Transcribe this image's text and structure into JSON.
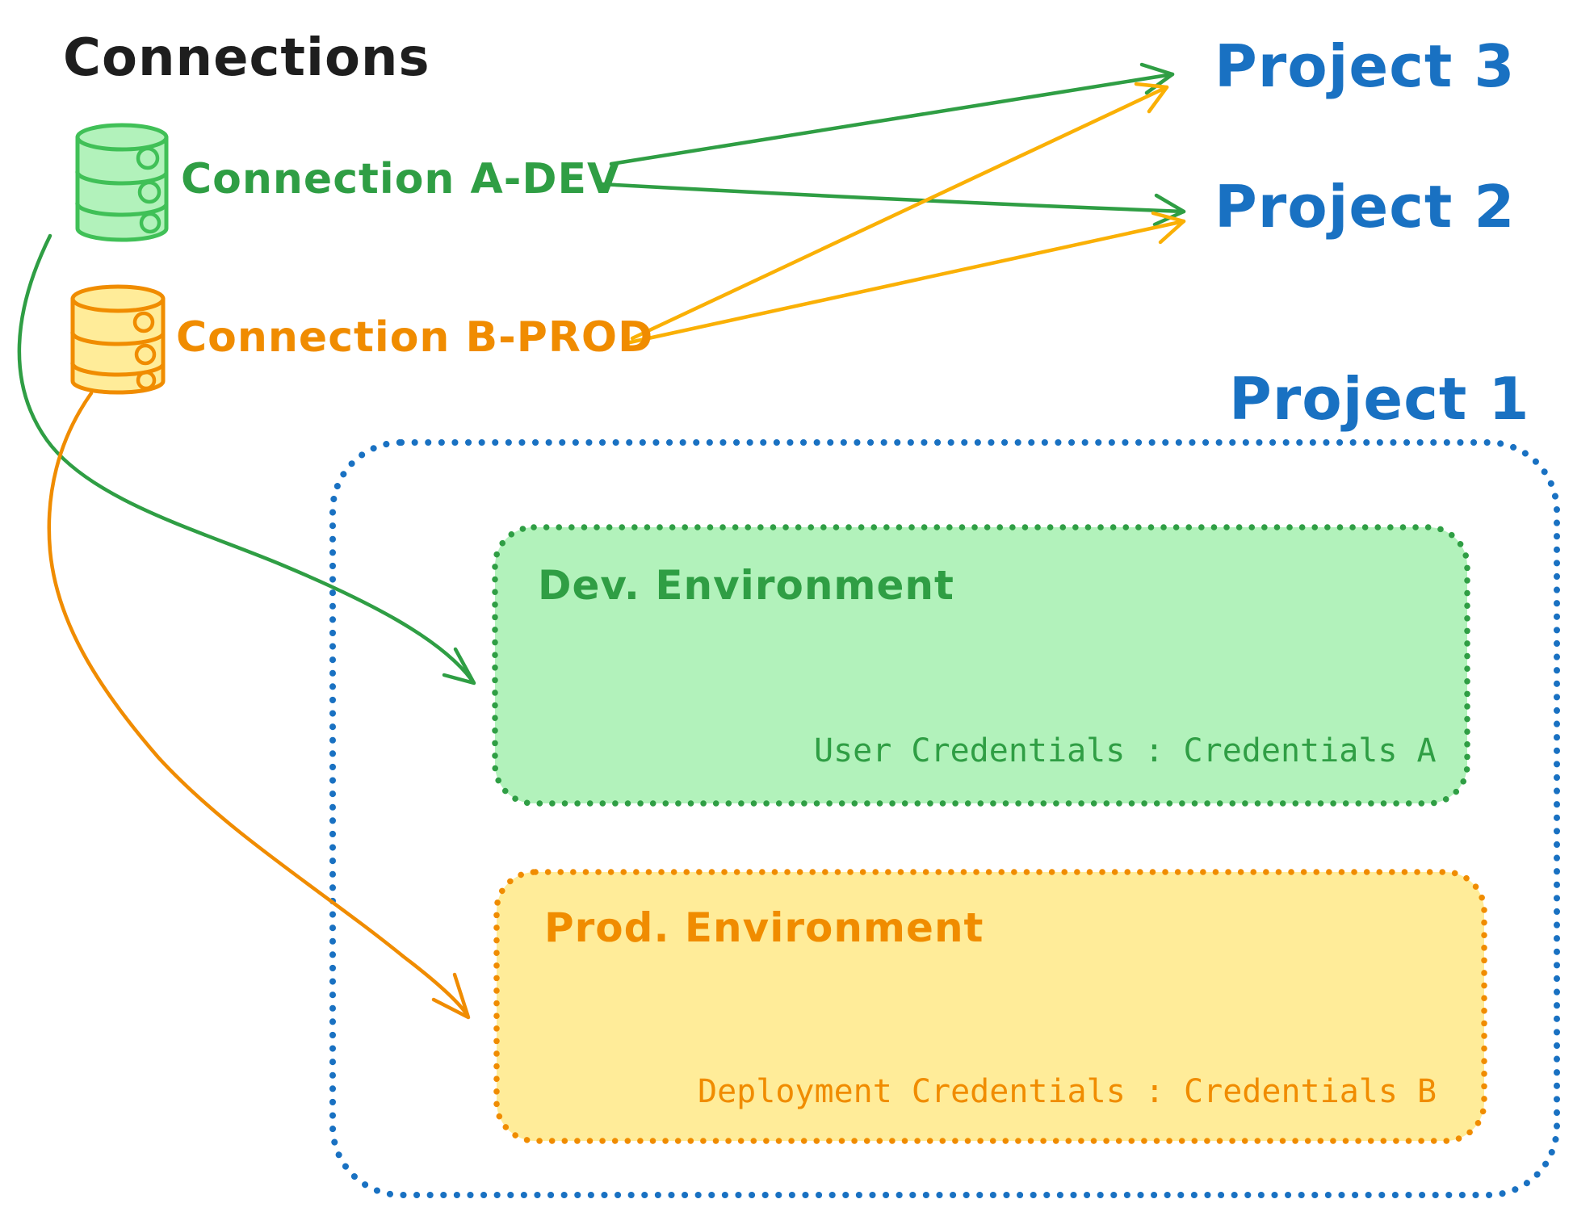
{
  "diagram": {
    "title": "Connections",
    "connections": [
      {
        "label": "Connection A-DEV",
        "type": "database",
        "role": "development"
      },
      {
        "label": "Connection B-PROD",
        "type": "database",
        "role": "production"
      }
    ],
    "projects": [
      {
        "label": "Project 3"
      },
      {
        "label": "Project 2"
      },
      {
        "label": "Project 1"
      }
    ],
    "project1_detail": {
      "environments": [
        {
          "name": "Dev. Environment",
          "credential_line": "User Credentials : Credentials A"
        },
        {
          "name": "Prod. Environment",
          "credential_line": "Deployment Credentials : Credentials B"
        }
      ]
    },
    "edges": [
      {
        "from": "Connection A-DEV",
        "to": "Project 3",
        "style": "straight-arrow",
        "color_key": "green"
      },
      {
        "from": "Connection A-DEV",
        "to": "Project 2",
        "style": "straight-arrow",
        "color_key": "green"
      },
      {
        "from": "Connection B-PROD",
        "to": "Project 3",
        "style": "straight-arrow",
        "color_key": "orange_arrow"
      },
      {
        "from": "Connection B-PROD",
        "to": "Project 2",
        "style": "straight-arrow",
        "color_key": "orange_arrow"
      },
      {
        "from": "Connection A-DEV",
        "to": "Dev. Environment (Project 1)",
        "style": "curved-arrow",
        "color_key": "green"
      },
      {
        "from": "Connection B-PROD",
        "to": "Prod. Environment (Project 1)",
        "style": "curved-arrow",
        "color_key": "orange"
      }
    ],
    "colors": {
      "title": "#1e1e1e",
      "blue": "#1971c2",
      "green": "#2f9e44",
      "green_db": "#40c057",
      "green_fill": "#b2f2bb",
      "orange": "#f08c00",
      "orange_arrow": "#fab005",
      "orange_fill": "#ffec99",
      "background": "#ffffff"
    }
  }
}
